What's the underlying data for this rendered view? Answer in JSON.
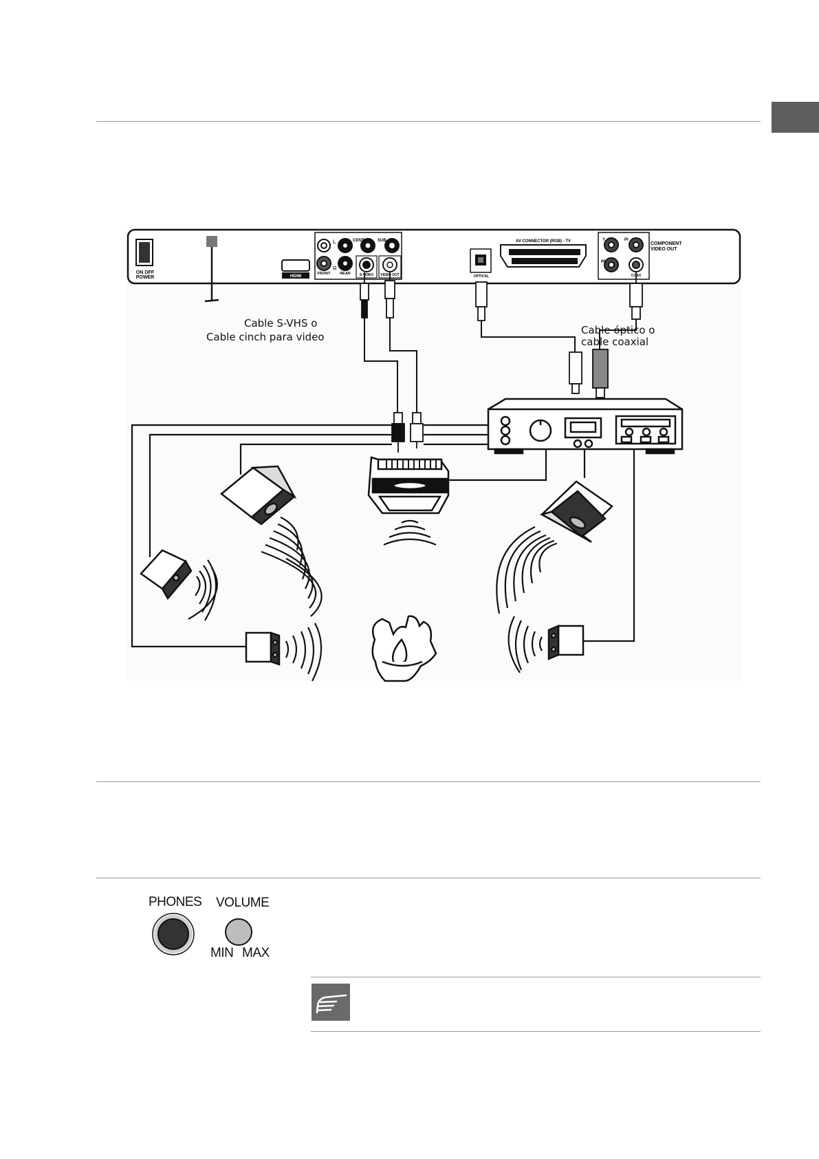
{
  "device_panel": {
    "power_label_1": "ON OFF",
    "power_label_2": "POWER",
    "hdmi": "HDMI",
    "l": "L",
    "r": "R",
    "cent": "CENT",
    "sub": "SUB",
    "front": "FRONT",
    "rear": "REAR",
    "svideo": "S-VIDEO",
    "video_out": "VIDEO OUT",
    "optical": "OPTICAL",
    "av_connector": "AV CONNECTOR (RGB) - TV",
    "y": "Y",
    "pr": "Pr",
    "pb": "Pb",
    "coax": "COAX",
    "component_1": "COMPONENT",
    "component_2": "VIDEO OUT"
  },
  "labels": {
    "svhs_line1": "Cable S-VHS  o",
    "svhs_line2": "Cable cinch para video",
    "optical_line1": "Cable óptico o",
    "optical_line2": "cable coaxial"
  },
  "controls": {
    "phones": "PHONES",
    "volume": "VOLUME",
    "min": "MIN",
    "max": "MAX"
  },
  "colors": {
    "tab": "#5e5e5e",
    "note_icon": "#6a6a6a",
    "rule": "#9a9a9a"
  },
  "icons": {
    "note": "pointing-hand-icon"
  }
}
